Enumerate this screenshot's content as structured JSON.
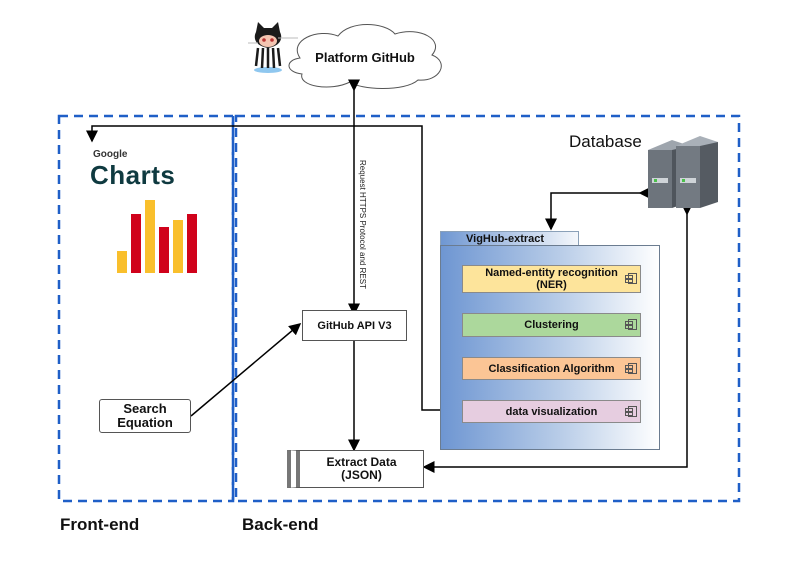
{
  "diagram": {
    "cloud": {
      "label": "Platform GitHub",
      "icon": "octocat-icon"
    },
    "connector_label": "Request HTTPS Protocol and REST",
    "front_end": {
      "label": "Front-end",
      "logo": {
        "small_text": "Google",
        "big_text": "Charts",
        "bar_colors": [
          "#f9bf2c",
          "#d0021b",
          "#f9bf2c",
          "#d0021b",
          "#f9bf2c",
          "#d0021b"
        ]
      },
      "search_box": {
        "line1": "Search",
        "line2": "Equation"
      }
    },
    "back_end": {
      "label": "Back-end",
      "api_box": "GitHub API V3",
      "extract_box": {
        "line1": "Extract Data",
        "line2": "(JSON)"
      },
      "database_label": "Database",
      "package": {
        "title": "VigHub-extract",
        "components": [
          {
            "line1": "Named-entity recognition",
            "line2": "(NER)",
            "color": "#fde49b"
          },
          {
            "line1": "Clustering",
            "line2": "",
            "color": "#acd89c"
          },
          {
            "line1": "Classification Algorithm",
            "line2": "",
            "color": "#fbc595"
          },
          {
            "line1": "data visualization",
            "line2": "",
            "color": "#e6cde0"
          }
        ]
      }
    },
    "colors": {
      "dashed_border": "#1f5fc7",
      "line": "#000000"
    }
  }
}
